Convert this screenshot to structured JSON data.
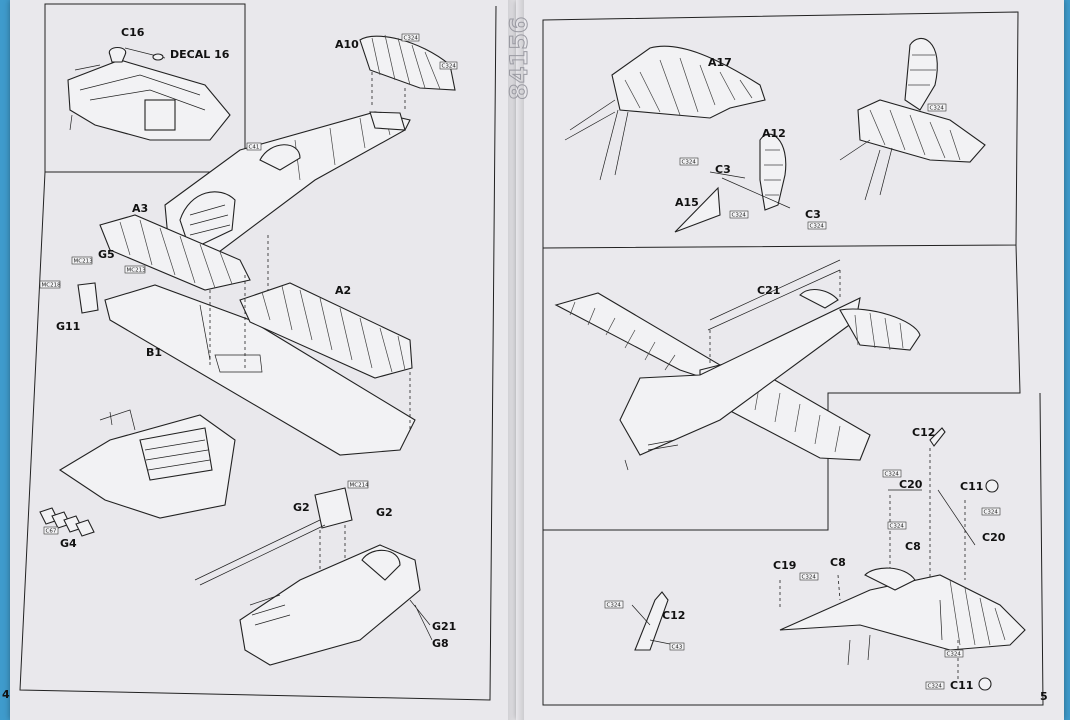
{
  "kit_number": "84156",
  "page_numbers": {
    "left": "4",
    "right": "5"
  },
  "left_page": {
    "callouts": {
      "c16": "C16",
      "decal16": "DECAL 16",
      "a10": "A10",
      "a3": "A3",
      "g5": "G5",
      "g11": "G11",
      "b1": "B1",
      "a2": "A2",
      "g4": "G4",
      "g2a": "G2",
      "g2b": "G2",
      "g21": "G21",
      "g8": "G8"
    },
    "color_tags": {
      "c41": "C41",
      "mc213a": "MC213",
      "mc213b": "MC213",
      "mc218": "MC218",
      "c324a": "C324",
      "c324b": "C324",
      "c67": "C67",
      "mc214": "MC214"
    }
  },
  "right_page": {
    "callouts": {
      "a17": "A17",
      "a12": "A12",
      "c3a": "C3",
      "c3b": "C3",
      "a15": "A15",
      "c21": "C21",
      "c12a": "C12",
      "c20a": "C20",
      "c11a": "C11",
      "c20b": "C20",
      "c8": "C8",
      "c8b": "C8",
      "c19": "C19",
      "c12b": "C12",
      "c11b": "C11"
    },
    "color_tags": {
      "t1": "C324",
      "t2": "C324",
      "t3": "C324",
      "t4": "C324",
      "t5": "C324",
      "t6": "C324",
      "t7": "C324",
      "t8": "C324",
      "t9": "C324",
      "t10": "C324",
      "t11": "C324",
      "t12": "C43"
    }
  }
}
